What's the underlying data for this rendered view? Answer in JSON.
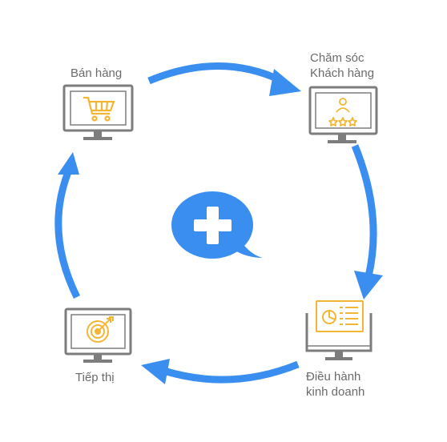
{
  "diagram": {
    "center": {
      "icon": "chat-bubble-plus-icon"
    },
    "nodes": [
      {
        "id": "sales",
        "label_lines": [
          "Bán hàng"
        ],
        "icon": "shopping-cart-icon"
      },
      {
        "id": "care",
        "label_lines": [
          "Chăm sóc",
          "Khách hàng"
        ],
        "icon": "customer-rating-icon"
      },
      {
        "id": "ops",
        "label_lines": [
          "Điều hành",
          "kinh doanh"
        ],
        "icon": "business-dashboard-icon"
      },
      {
        "id": "mkt",
        "label_lines": [
          "Tiếp thị"
        ],
        "icon": "target-icon"
      }
    ],
    "colors": {
      "arrow": "#3a8ef0",
      "center": "#3a8ef0",
      "monitor": "#7d7d7d",
      "icon": "#f2b634",
      "text": "#6b6b6b"
    }
  }
}
